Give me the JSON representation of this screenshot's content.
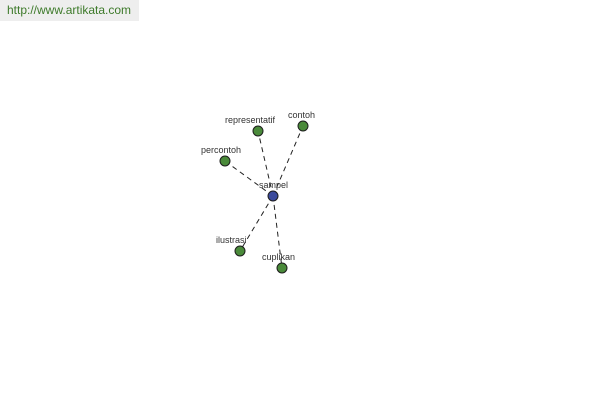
{
  "header": {
    "url": "http://www.artikata.com"
  },
  "colors": {
    "center_node": "#3b4a9c",
    "leaf_node": "#4a8a3a",
    "url_text": "#3d7a2a",
    "banner_bg": "#eeeeee"
  },
  "graph": {
    "center": {
      "id": "sampel",
      "label": "sampel"
    },
    "leaves": [
      {
        "id": "representatif",
        "label": "representatif"
      },
      {
        "id": "contoh",
        "label": "contoh"
      },
      {
        "id": "percontoh",
        "label": "percontoh"
      },
      {
        "id": "ilustrasi",
        "label": "ilustrasi"
      },
      {
        "id": "cuplikan",
        "label": "cuplikan"
      }
    ]
  }
}
